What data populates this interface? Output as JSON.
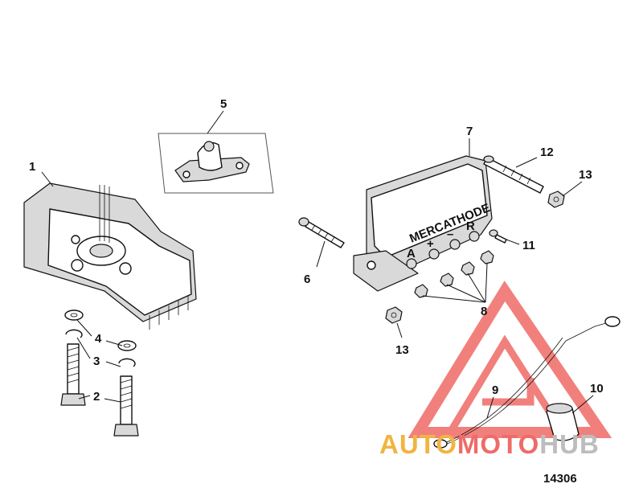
{
  "diagram": {
    "figure_number": "14306",
    "callouts": {
      "c1": "1",
      "c2": "2",
      "c3": "3",
      "c4": "4",
      "c5": "5",
      "c6": "6",
      "c7": "7",
      "c8": "8",
      "c9": "9",
      "c10": "10",
      "c11": "11",
      "c12": "12",
      "c13a": "13",
      "c13b": "13"
    },
    "unit_text": {
      "brand": "MERCATHODE",
      "terminal_a": "A",
      "terminal_plus": "+",
      "terminal_minus": "–",
      "terminal_r": "R"
    }
  },
  "watermark": {
    "part1": "AUTO",
    "part2": "MOTO",
    "part3": "HUB",
    "color_orange": "#f2b440",
    "color_red": "#ef6b67",
    "color_gray": "#bdbdbd"
  }
}
